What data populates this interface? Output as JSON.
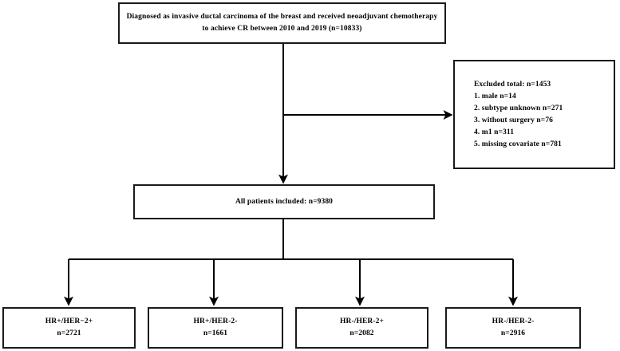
{
  "diagram": {
    "title_box": {
      "lines": [
        "Diagnosed as invasive ductal carcinoma of the breast and received neoadjuvant chemotherapy",
        "to achieve CR between 2010 and 2019 (n=10833)"
      ]
    },
    "excluded_box": {
      "lines": [
        "Excluded total: n=1453",
        "1. male n=14",
        "2. subtype unknown n=271",
        "3. without surgery n=76",
        "4. m1 n=311",
        "5. missing covariate  n=781"
      ]
    },
    "included_box": {
      "lines": [
        "All patients included: n=9380"
      ]
    },
    "subtype_boxes": [
      {
        "label": "HR+/HER−2+",
        "count": "n=2721"
      },
      {
        "label": "HR+/HER-2-",
        "count": "n=1661"
      },
      {
        "label": "HR-/HER-2+",
        "count": "n=2082"
      },
      {
        "label": "HR-/HER-2-",
        "count": "n=2916"
      }
    ],
    "colors": {
      "stroke": "#1a1a1a",
      "text": "#000000",
      "background": "#ffffff"
    }
  }
}
